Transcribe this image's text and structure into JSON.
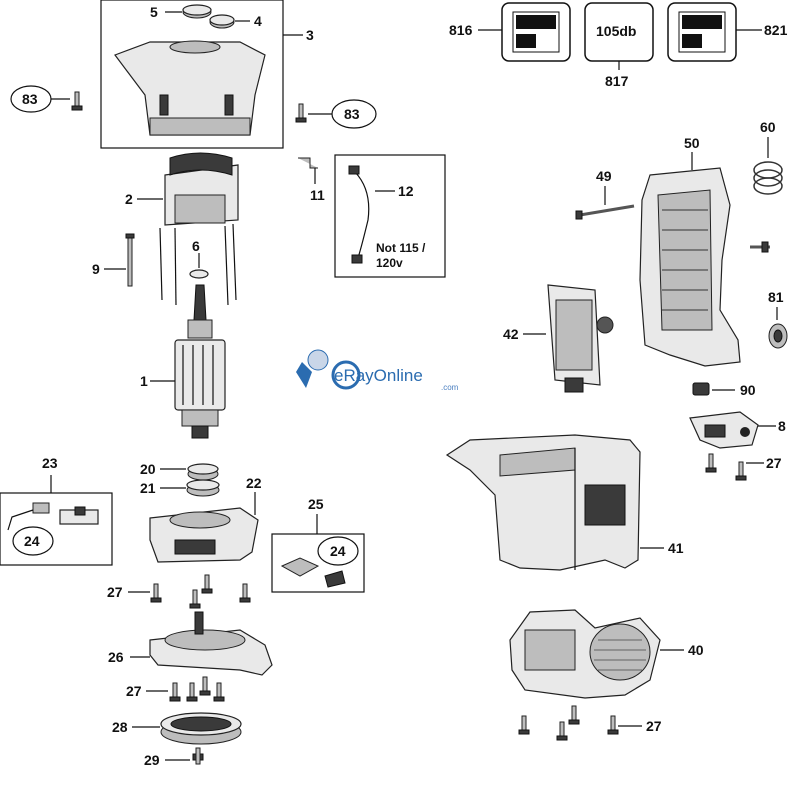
{
  "labels": {
    "l1": "1",
    "l2": "2",
    "l3": "3",
    "l4": "4",
    "l5": "5",
    "l6": "6",
    "l9": "9",
    "l11": "11",
    "l12": "12",
    "l20": "20",
    "l21": "21",
    "l22": "22",
    "l23": "23",
    "l24a": "24",
    "l24b": "24",
    "l25": "25",
    "l26": "26",
    "l27a": "27",
    "l27b": "27",
    "l27c": "27",
    "l27d": "27",
    "l28": "28",
    "l29": "29",
    "l40": "40",
    "l41": "41",
    "l42": "42",
    "l49": "49",
    "l50": "50",
    "l60": "60",
    "l81": "81",
    "l82": "8",
    "l83a": "83",
    "l83b": "83",
    "l90": "90",
    "l816": "816",
    "l817": "817",
    "l821": "821"
  },
  "note": {
    "line1": "Not 115 /",
    "line2": "120v"
  },
  "decibel_badge": "105db",
  "watermark": {
    "brand": "eRayOnline",
    "domain": ".com"
  }
}
